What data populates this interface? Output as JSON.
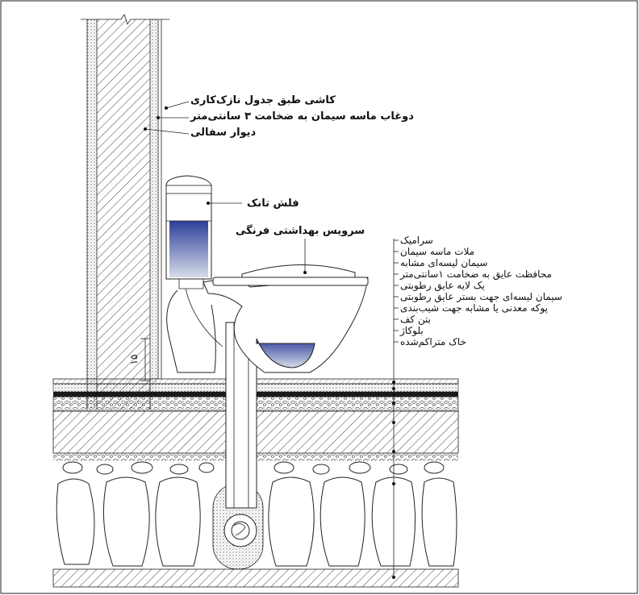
{
  "wall_labels": [
    {
      "id": "tile",
      "text": "کاشی طبق جدول نازک‌کاری"
    },
    {
      "id": "plaster",
      "text": "دوغاب ماسه سیمان به ضخامت ۳ سانتی‌متر"
    },
    {
      "id": "wall",
      "text": "دیوار سفالی"
    }
  ],
  "fixture_labels": [
    {
      "id": "flush-tank",
      "text": "فلش تانک"
    },
    {
      "id": "toilet",
      "text": "سرویس بهداشتی فرنگی"
    }
  ],
  "floor_layers": [
    {
      "id": "ceramic",
      "text": "سرامیک"
    },
    {
      "id": "mortar",
      "text": "ملات ماسه سیمان"
    },
    {
      "id": "slurry",
      "text": "سیمان لیسه‌ای مشابه"
    },
    {
      "id": "insulation-protect",
      "text": "محافظت عایق به ضخامت ۱سانتی‌متر"
    },
    {
      "id": "membrane",
      "text": "یک لایه عایق رطوبتی"
    },
    {
      "id": "bed",
      "text": "سیمان لیسه‌ای جهت بستر عایق رطوبتی"
    },
    {
      "id": "slope",
      "text": "پوکه معدنی یا مشابه جهت شیب‌بندی"
    },
    {
      "id": "slab",
      "text": "بتن کف"
    },
    {
      "id": "blocks",
      "text": "بلوکاژ"
    },
    {
      "id": "soil",
      "text": "خاک متراکم‌شده"
    }
  ],
  "dimension_label": "۱۵",
  "colors": {
    "water_top": "#2d3f9a",
    "water_bottom": "#d6dbe8",
    "hatch": "#555555",
    "membrane": "#1a1a1a"
  }
}
